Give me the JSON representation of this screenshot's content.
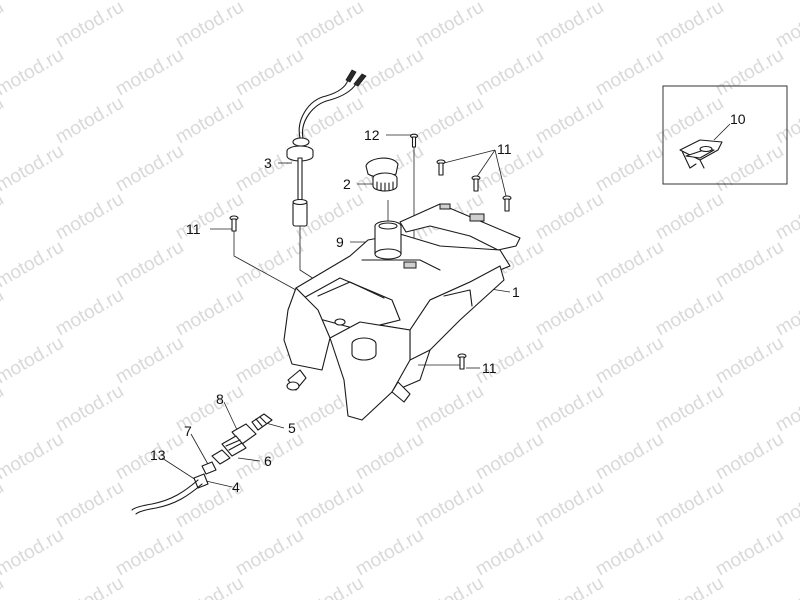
{
  "watermark": {
    "text": "motod.ru"
  },
  "callouts": {
    "c1": "1",
    "c2": "2",
    "c3": "3",
    "c4": "4",
    "c5": "5",
    "c6": "6",
    "c7": "7",
    "c8": "8",
    "c9": "9",
    "c10": "10",
    "c11a": "11",
    "c11b": "11",
    "c11c": "11",
    "c12": "12",
    "c13": "13"
  }
}
